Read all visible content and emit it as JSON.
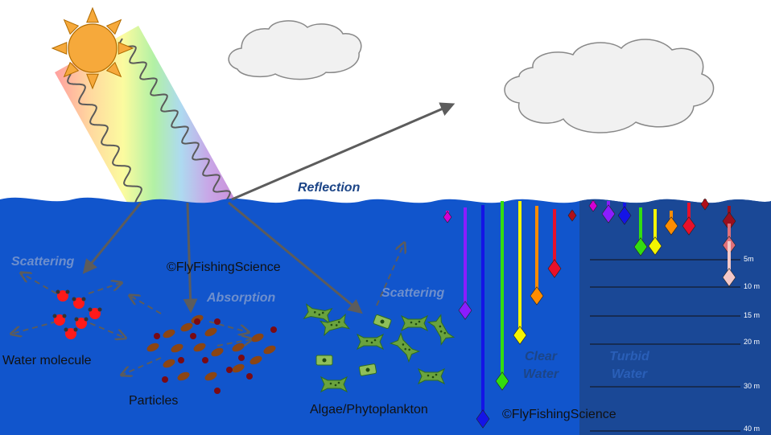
{
  "labels": {
    "reflection": "Reflection",
    "scattering_left": "Scattering",
    "absorption": "Absorption",
    "scattering_right": "Scattering",
    "copyright_top": "©FlyFishingScience",
    "copyright_bottom": "©FlyFishingScience",
    "water_molecule": "Water molecule",
    "particles": "Particles",
    "algae": "Algae/Phytoplankton",
    "clear_water_1": "Clear",
    "clear_water_2": "Water",
    "turbid_water_1": "Turbid",
    "turbid_water_2": "Water"
  },
  "depth_scale": [
    "5m",
    "10 m",
    "15 m",
    "20 m",
    "30 m",
    "40 m"
  ],
  "clear_water_penetration": [
    {
      "color": "violet",
      "hex": "#d400d4",
      "depth": "less than 5m"
    },
    {
      "color": "purple",
      "hex": "#8b1dff",
      "depth": "15 m"
    },
    {
      "color": "blue",
      "hex": "#1414e6",
      "depth": "40 m"
    },
    {
      "color": "green",
      "hex": "#33dd10",
      "depth": "30 m"
    },
    {
      "color": "yellow",
      "hex": "#f4f400",
      "depth": "20 m"
    },
    {
      "color": "orange",
      "hex": "#ff8c00",
      "depth": "10 m"
    },
    {
      "color": "red",
      "hex": "#e8102a",
      "depth": "5m"
    },
    {
      "color": "dark red",
      "hex": "#b0101a",
      "depth": "less than 5m"
    }
  ],
  "turbid_water_penetration": [
    {
      "color": "violet",
      "hex": "#d400d4"
    },
    {
      "color": "purple",
      "hex": "#8b1dff"
    },
    {
      "color": "blue",
      "hex": "#1414e6"
    },
    {
      "color": "green",
      "hex": "#33dd10"
    },
    {
      "color": "yellow",
      "hex": "#f4f400"
    },
    {
      "color": "orange",
      "hex": "#ff8c00"
    },
    {
      "color": "red",
      "hex": "#e8102a"
    },
    {
      "color": "dark red",
      "hex": "#b0101a"
    },
    {
      "color": "maroon",
      "hex": "#9a0f1e"
    },
    {
      "color": "rose",
      "hex": "#e0707a"
    },
    {
      "color": "pink",
      "hex": "#f4c8c8"
    }
  ],
  "colors": {
    "water": "#1155cc",
    "turbid_water": "#1a4896",
    "arrow": "#666666",
    "label_italic": "#1c4587",
    "faded_label": "#6e8fcc",
    "sun": "#f6a93b"
  },
  "icons": [
    "sun-icon",
    "cloud-icon",
    "water-molecule-icon",
    "particle-icon",
    "algae-icon"
  ]
}
